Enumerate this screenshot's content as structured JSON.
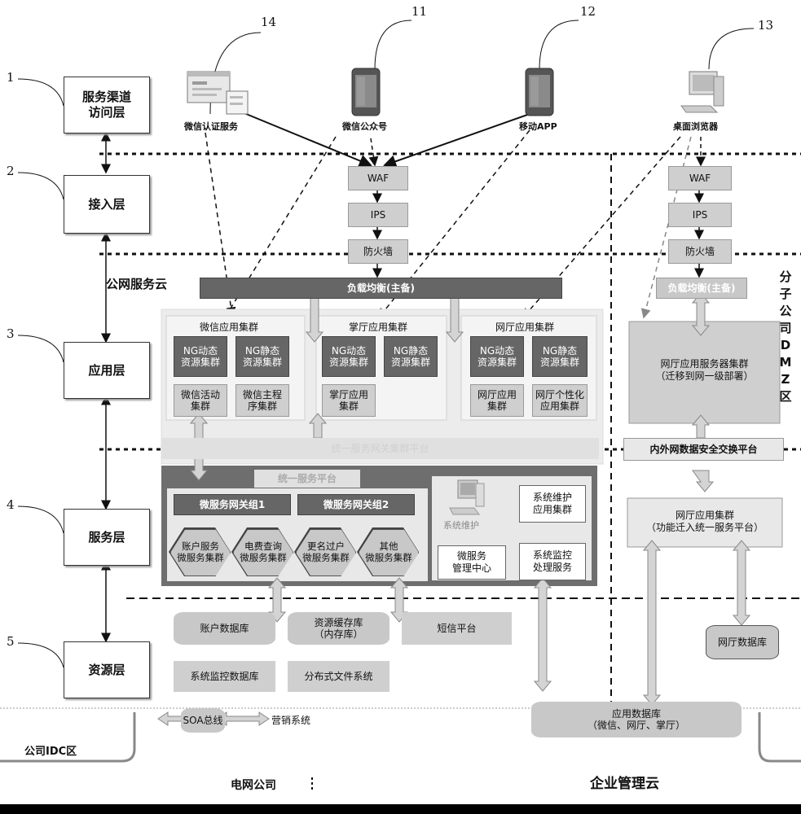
{
  "layers": [
    {
      "num": "1",
      "label": "服务渠道\n访问层"
    },
    {
      "num": "2",
      "label": "接入层"
    },
    {
      "num": "3",
      "label": "应用层"
    },
    {
      "num": "4",
      "label": "服务层"
    },
    {
      "num": "5",
      "label": "资源层"
    }
  ],
  "channels": {
    "wechat_auth": {
      "num": "14",
      "label": "微信认证服务"
    },
    "wechat_official": {
      "num": "11",
      "label": "微信公众号"
    },
    "mobile_app": {
      "num": "12",
      "label": "移动APP"
    },
    "desktop_browser": {
      "num": "13",
      "label": "桌面浏览器"
    }
  },
  "security_left": {
    "waf": "WAF",
    "ips": "IPS",
    "firewall": "防火墙"
  },
  "security_right": {
    "waf": "WAF",
    "ips": "IPS",
    "firewall": "防火墙"
  },
  "public_cloud": "公网服务云",
  "load_balancer_left": "负载均衡(主备)",
  "load_balancer_right": "负载均衡(主备)",
  "clusters": {
    "wechat": {
      "title": "微信应用集群",
      "ng1": "NG动态\n资源集群",
      "ng2": "NG静态\n资源集群",
      "sub1": "微信活动\n集群",
      "sub2": "微信主程\n序集群"
    },
    "palm": {
      "title": "掌厅应用集群",
      "ng1": "NG动态\n资源集群",
      "ng2": "NG静态\n资源集群",
      "sub1": "掌厅应用\n集群"
    },
    "web": {
      "title": "网厅应用集群",
      "ng1": "NG动态\n资源集群",
      "ng2": "NG静态\n资源集群",
      "sub1": "网厅应用\n集群",
      "sub2": "网厅个性化\n应用集群"
    }
  },
  "dmz": {
    "title_chars": [
      "分",
      "子",
      "公",
      "司",
      "D",
      "M",
      "Z",
      "区"
    ],
    "web_server_cluster": "网厅应用服务器集群\n（迁移到网一级部署）",
    "exchange_platform": "内外网数据安全交换平台",
    "web_cluster_migrated": "网厅应用集群\n（功能迁入统一服务平台）",
    "web_db": "网厅数据库"
  },
  "service_layer": {
    "faded_bar": "统一服务网关集群平台",
    "unified_platform": "统一服务平台",
    "gateway1": "微服务网关组1",
    "gateway2": "微服务网关组2",
    "micro": [
      "账户服务\n微服务集群",
      "电费查询\n微服务集群",
      "更名过户\n微服务集群",
      "其他\n微服务集群"
    ],
    "sys_maint_icon": "系统维护",
    "micro_mgmt": "微服务\n管理中心",
    "sys_maint_cluster": "系统维护\n应用集群",
    "sys_monitor": "系统监控\n处理服务"
  },
  "resource_layer": {
    "account_db": "账户数据库",
    "cache_db": "资源缓存库\n（内存库）",
    "sms": "短信平台",
    "monitor_db": "系统监控数据库",
    "dfs": "分布式文件系统"
  },
  "bottom": {
    "soa": "SOA总线",
    "marketing": "营销系统",
    "app_db": "应用数据库\n（微信、网厅、掌厅）",
    "idc": "公司IDC区",
    "grid": "电网公司",
    "enterprise_cloud": "企业管理云"
  },
  "colors": {
    "dark_box": "#666666",
    "light_box": "#cfcfcf",
    "panel": "#e6e6e6",
    "dark_panel": "#6e6e6e"
  }
}
